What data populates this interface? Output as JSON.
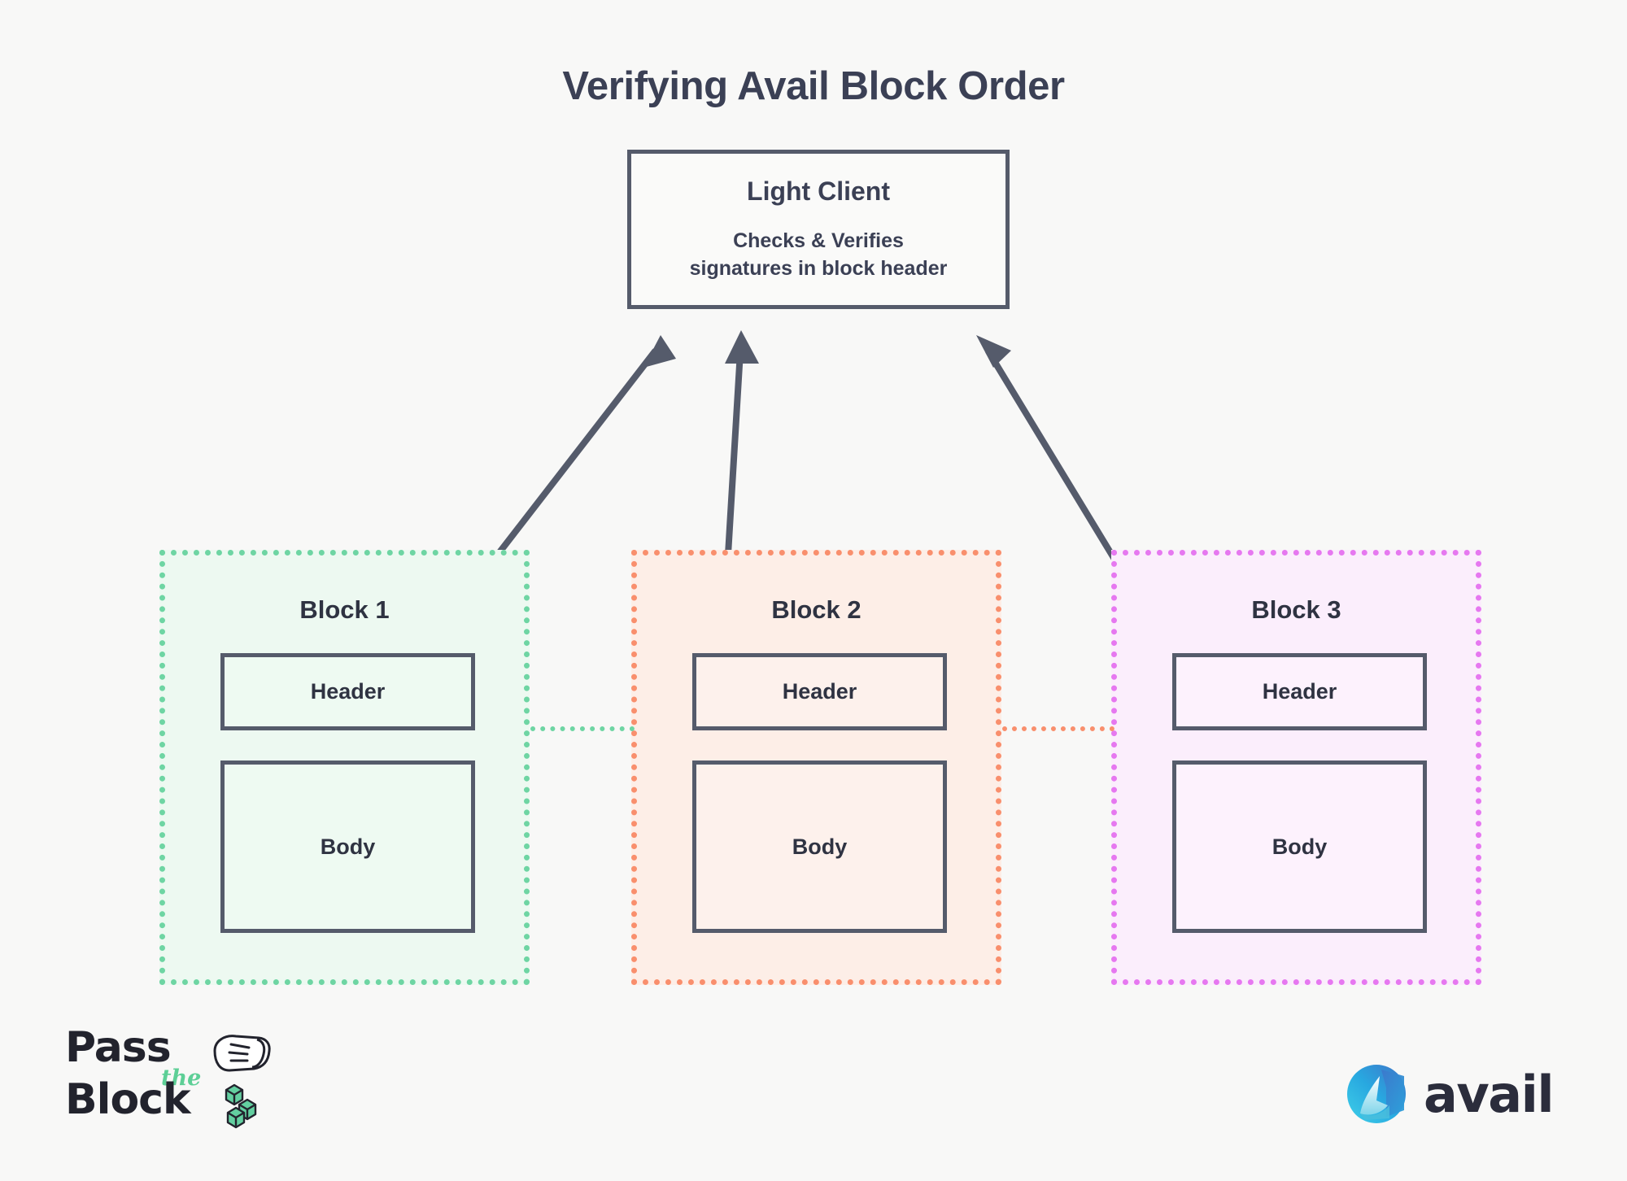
{
  "page": {
    "title": "Verifying Avail Block Order",
    "background_color": "#f8f8f7",
    "ink_color": "#555b6b",
    "text_color": "#3b4055"
  },
  "light_client": {
    "title": "Light Client",
    "description": "Checks & Verifies\nsignatures in block header"
  },
  "blocks": [
    {
      "label": "Block 1",
      "header_label": "Header",
      "body_label": "Body",
      "accent_color": "#6ed5a3",
      "fill_color": "#edf9f1"
    },
    {
      "label": "Block 2",
      "header_label": "Header",
      "body_label": "Body",
      "accent_color": "#f98f6d",
      "fill_color": "#fdeee7"
    },
    {
      "label": "Block 3",
      "header_label": "Header",
      "body_label": "Body",
      "accent_color": "#e678f0",
      "fill_color": "#fbeefc"
    }
  ],
  "connectors": [
    {
      "from": "Block 1",
      "to": "Block 2",
      "color": "#6ed5a3"
    },
    {
      "from": "Block 2",
      "to": "Block 3",
      "color": "#f98f6d"
    }
  ],
  "arrows": [
    {
      "from": "Block 1 Header",
      "to": "Light Client"
    },
    {
      "from": "Block 2 Header",
      "to": "Light Client"
    },
    {
      "from": "Block 3 Header",
      "to": "Light Client"
    }
  ],
  "logos": {
    "pass_the_block": {
      "line1": "Pass",
      "the": "the",
      "line2": "Block",
      "text_color": "#22232d",
      "accent_color": "#5dcf96"
    },
    "avail": {
      "wordmark": "avail",
      "text_color": "#2b2d3c",
      "mark_color": "#2196d8"
    }
  }
}
